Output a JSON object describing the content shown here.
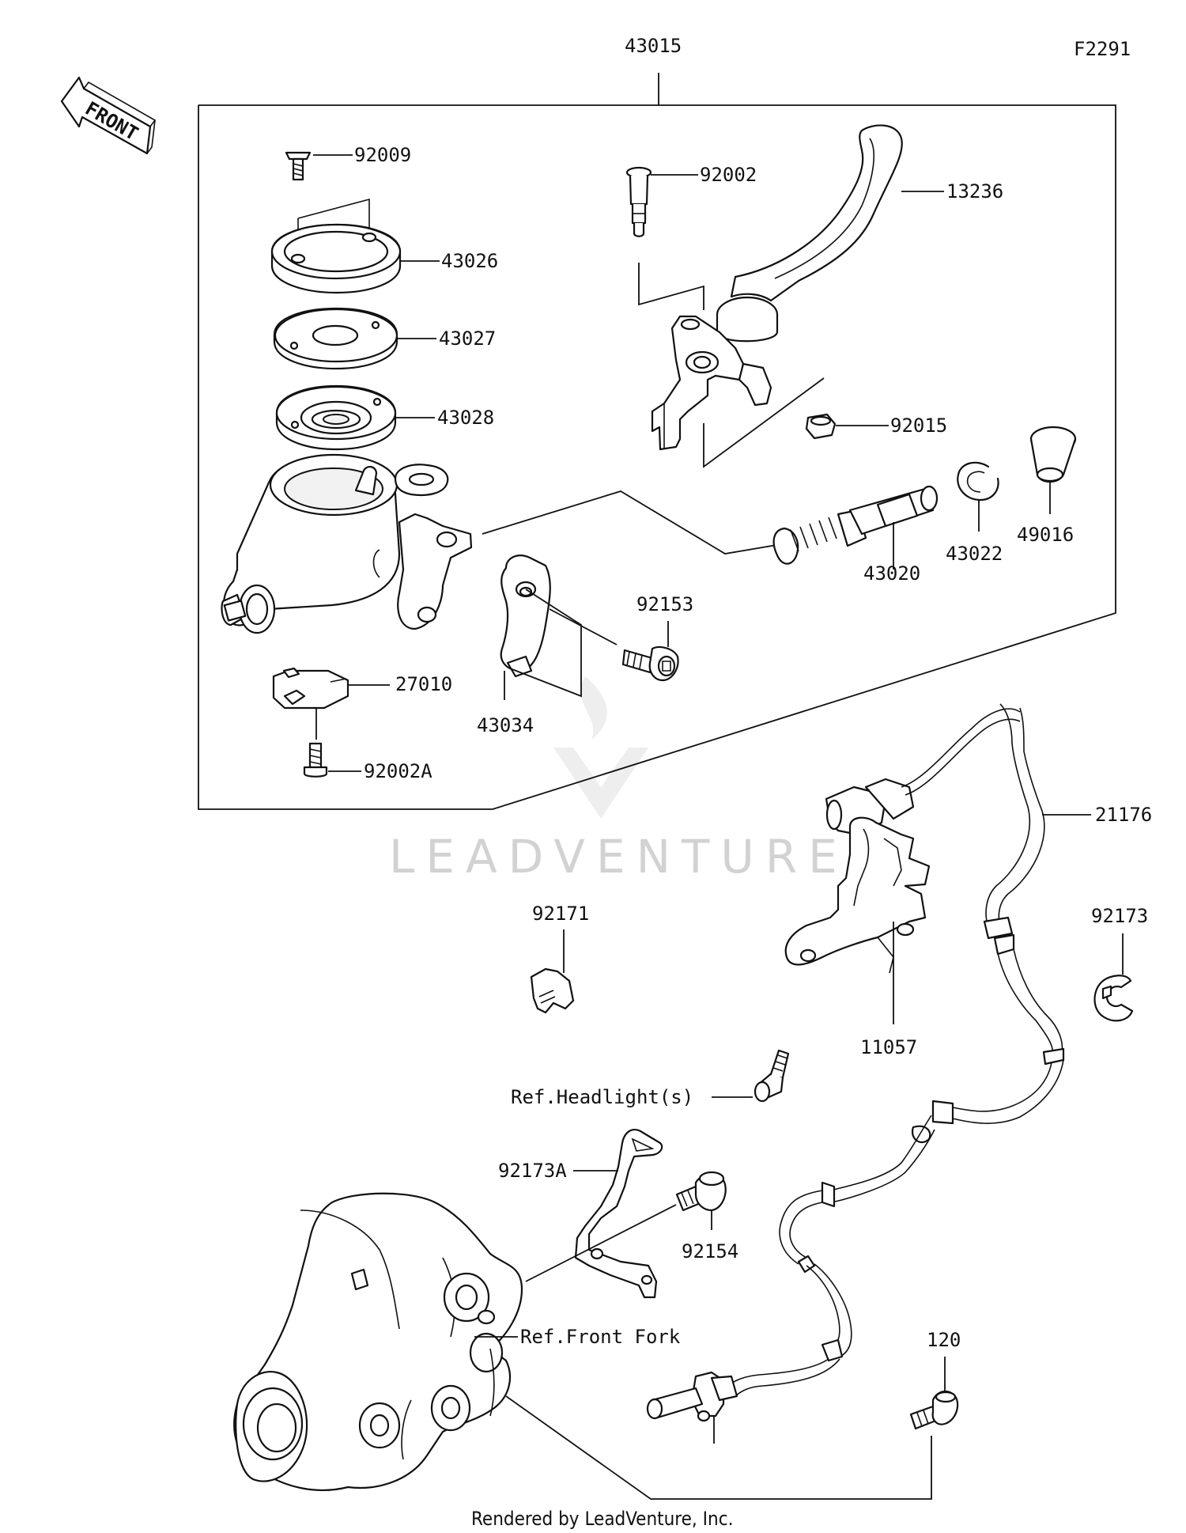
{
  "diagram": {
    "figure_code": "F2291",
    "front_arrow_text": "FRONT",
    "watermark": "LEADVENTURE",
    "footer": "Rendered by LeadVenture, Inc.",
    "parts": {
      "p43015": "43015",
      "p92009": "92009",
      "p43026": "43026",
      "p43027": "43027",
      "p43028": "43028",
      "p92002": "92002",
      "p13236": "13236",
      "p92015": "92015",
      "p43020": "43020",
      "p43022": "43022",
      "p49016": "49016",
      "p92153": "92153",
      "p27010": "27010",
      "p43034": "43034",
      "p92002A": "92002A",
      "p21176": "21176",
      "p92171": "92171",
      "p92173": "92173",
      "p11057": "11057",
      "ref_headlight": "Ref.Headlight(s)",
      "p92173A": "92173A",
      "p92154": "92154",
      "ref_front_fork": "Ref.Front Fork",
      "p120": "120"
    }
  }
}
